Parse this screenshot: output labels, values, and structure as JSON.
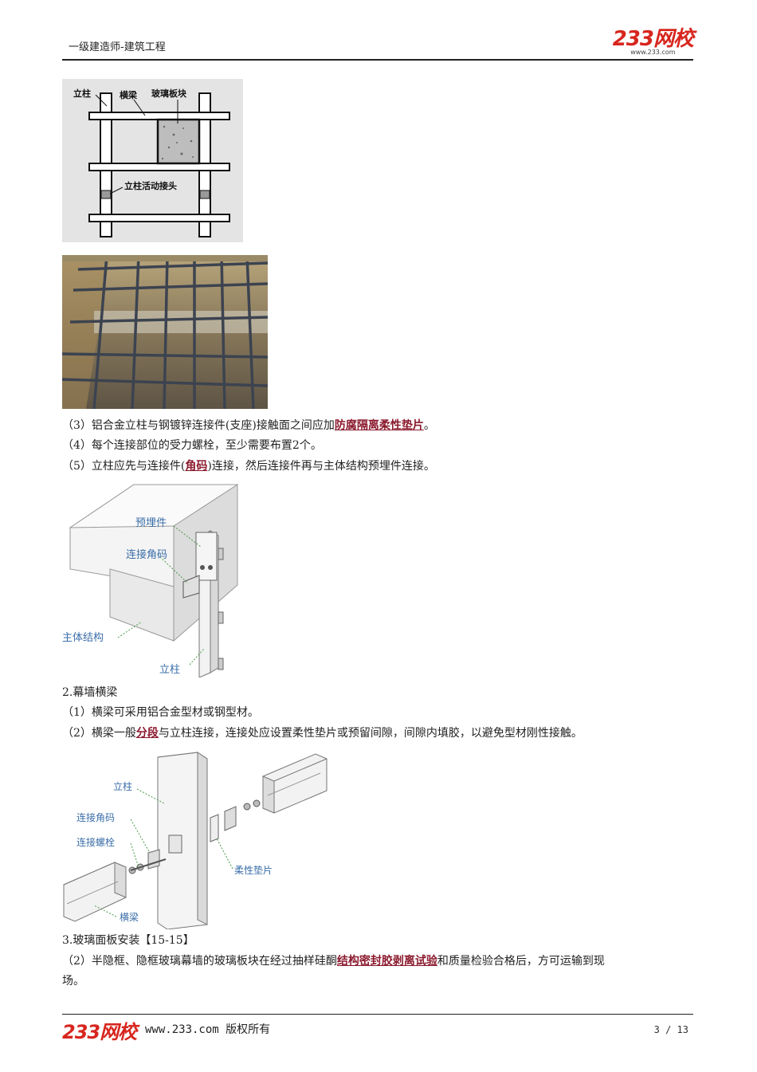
{
  "header": {
    "title": "一级建造师-建筑工程",
    "logo": "233网校",
    "logo_url": "www.233.com"
  },
  "figure1": {
    "labels": [
      "立柱",
      "横梁",
      "玻璃板块",
      "立柱活动接头"
    ]
  },
  "figure3": {
    "labels": [
      "预埋件",
      "连接角码",
      "主体结构",
      "立柱"
    ]
  },
  "figure4": {
    "labels": [
      "立柱",
      "连接角码",
      "连接螺栓",
      "柔性垫片",
      "横梁"
    ]
  },
  "paragraphs": {
    "p3_pre": "（3）铝合金立柱与钢镀锌连接件(支座)接触面之间应加",
    "p3_hl": "防腐隔离柔性垫片",
    "p3_post": "。",
    "p4": "（4）每个连接部位的受力螺栓，至少需要布置2个。",
    "p5_pre": "（5）立柱应先与连接件(",
    "p5_hl": "角码",
    "p5_post": ")连接，然后连接件再与主体结构预埋件连接。",
    "s2_title": "2.幕墙横梁",
    "s2_p1": "（1）横梁可采用铝合金型材或钢型材。",
    "s2_p2_pre": "（2）横梁一般",
    "s2_p2_hl": "分段",
    "s2_p2_post": "与立柱连接，连接处应设置柔性垫片或预留间隙，间隙内填胶，以避免型材刚性接触。",
    "s3_title": "3.玻璃面板安装【15-15】",
    "s3_p1_pre": "（2）半隐框、隐框玻璃幕墙的玻璃板块在经过抽样硅酮",
    "s3_p1_hl": "结构密封胶剥离试验",
    "s3_p1_post": "和质量检验合格后，方可运输到现",
    "s3_p1_line2": "场。"
  },
  "footer": {
    "logo": "233网校",
    "text": "www.233.com 版权所有",
    "page": "3 / 13"
  }
}
